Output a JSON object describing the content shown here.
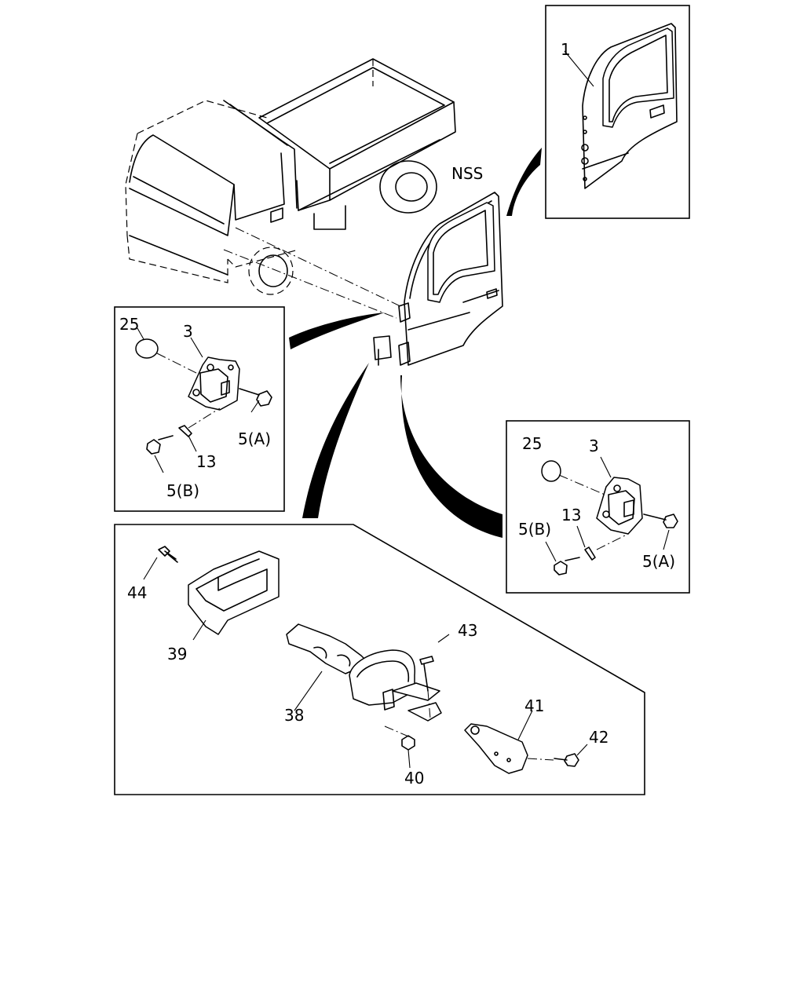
{
  "labels": {
    "nss": "NSS",
    "door_panel": "1",
    "top_left": {
      "cap": "25",
      "hinge": "3",
      "bolt_a": "5(A)",
      "washer": "13",
      "bolt_b": "5(B)"
    },
    "right": {
      "cap": "25",
      "hinge": "3",
      "washer": "13",
      "bolt_b": "5(B)",
      "bolt_a": "5(A)"
    },
    "bottom": {
      "clip": "44",
      "cover": "39",
      "check_arm": "38",
      "pin": "43",
      "nut": "40",
      "bracket": "41",
      "bolt": "42"
    }
  }
}
